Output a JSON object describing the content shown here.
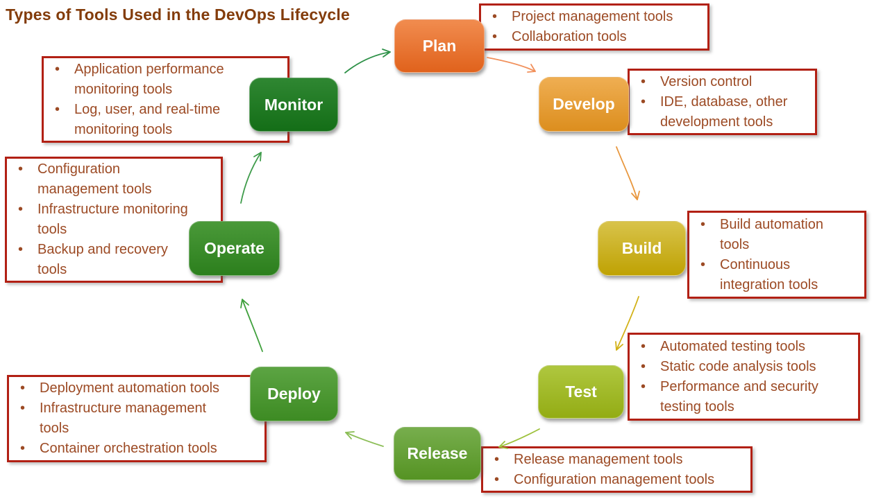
{
  "title": "Types of Tools Used in the DevOps Lifecycle",
  "colors": {
    "title_text": "#833C0B",
    "tools_text": "#9C4A24",
    "tools_border": "#B22014",
    "background": "#FFFFFF"
  },
  "stages": [
    {
      "label": "Plan",
      "color_top": "#F18C4F",
      "color_bottom": "#E0621C",
      "tools": [
        "Project management tools",
        "Collaboration tools"
      ]
    },
    {
      "label": "Develop",
      "color_top": "#EFAE52",
      "color_bottom": "#DC8E1E",
      "tools": [
        "Version control",
        "IDE, database, other\ndevelopment tools"
      ]
    },
    {
      "label": "Build",
      "color_top": "#D8C34A",
      "color_bottom": "#BFA203",
      "tools": [
        "Build automation\ntools",
        "Continuous\nintegration tools"
      ]
    },
    {
      "label": "Test",
      "color_top": "#AFC73F",
      "color_bottom": "#93AC14",
      "tools": [
        "Automated testing tools",
        "Static code analysis tools",
        "Performance and security\ntesting tools"
      ]
    },
    {
      "label": "Release",
      "color_top": "#77AE4D",
      "color_bottom": "#559323",
      "tools": [
        "Release management tools",
        "Configuration management tools"
      ]
    },
    {
      "label": "Deploy",
      "color_top": "#5CA443",
      "color_bottom": "#3D8B23",
      "tools": [
        "Deployment automation tools",
        "Infrastructure management\ntools",
        "Container orchestration tools"
      ]
    },
    {
      "label": "Operate",
      "color_top": "#4A9939",
      "color_bottom": "#2C7F1D",
      "tools": [
        "Configuration\nmanagement tools",
        "Infrastructure monitoring\ntools",
        "Backup and recovery\ntools"
      ]
    },
    {
      "label": "Monitor",
      "color_top": "#2F8732",
      "color_bottom": "#146E17",
      "tools": [
        "Application performance\nmonitoring tools",
        "Log, user, and real-time\nmonitoring tools"
      ]
    }
  ],
  "arrows": [
    {
      "name": "plan-to-develop",
      "color": "#F1905B"
    },
    {
      "name": "develop-to-build",
      "color": "#E8973E"
    },
    {
      "name": "build-to-test",
      "color": "#D2B116"
    },
    {
      "name": "test-to-release",
      "color": "#9DC13C"
    },
    {
      "name": "release-to-deploy",
      "color": "#8CBE57"
    },
    {
      "name": "deploy-to-operate",
      "color": "#3FA03C"
    },
    {
      "name": "operate-to-monitor",
      "color": "#3F9C4B"
    },
    {
      "name": "monitor-to-plan",
      "color": "#2E9148"
    }
  ]
}
